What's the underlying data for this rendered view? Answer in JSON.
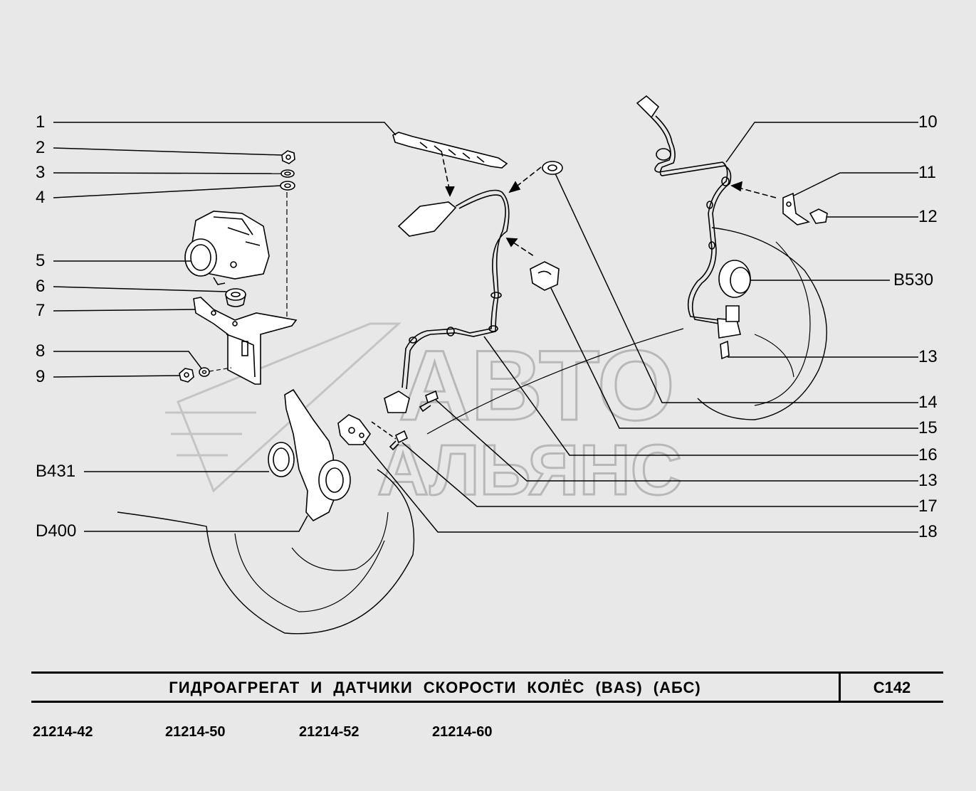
{
  "callouts": {
    "c1": "1",
    "c2": "2",
    "c3": "3",
    "c4": "4",
    "c5": "5",
    "c6": "6",
    "c7": "7",
    "c8": "8",
    "c9": "9",
    "b431": "B431",
    "d400": "D400",
    "c10": "10",
    "c11": "11",
    "c12": "12",
    "b530": "B530",
    "c13a": "13",
    "c14": "14",
    "c15": "15",
    "c16": "16",
    "c13b": "13",
    "c17": "17",
    "c18": "18"
  },
  "watermark": {
    "line1": "АВТО",
    "line2": "АЛЬЯНС"
  },
  "title": {
    "text": "ГИДРОАГРЕГАТ И ДАТЧИКИ СКОРОСТИ КОЛЁС (BAS) (АБС)",
    "code": "C142"
  },
  "models": [
    "21214-42",
    "21214-50",
    "21214-52",
    "21214-60"
  ],
  "colors": {
    "background": "#e8e8e8",
    "line": "#000000",
    "watermark": "#bdbdbd"
  }
}
